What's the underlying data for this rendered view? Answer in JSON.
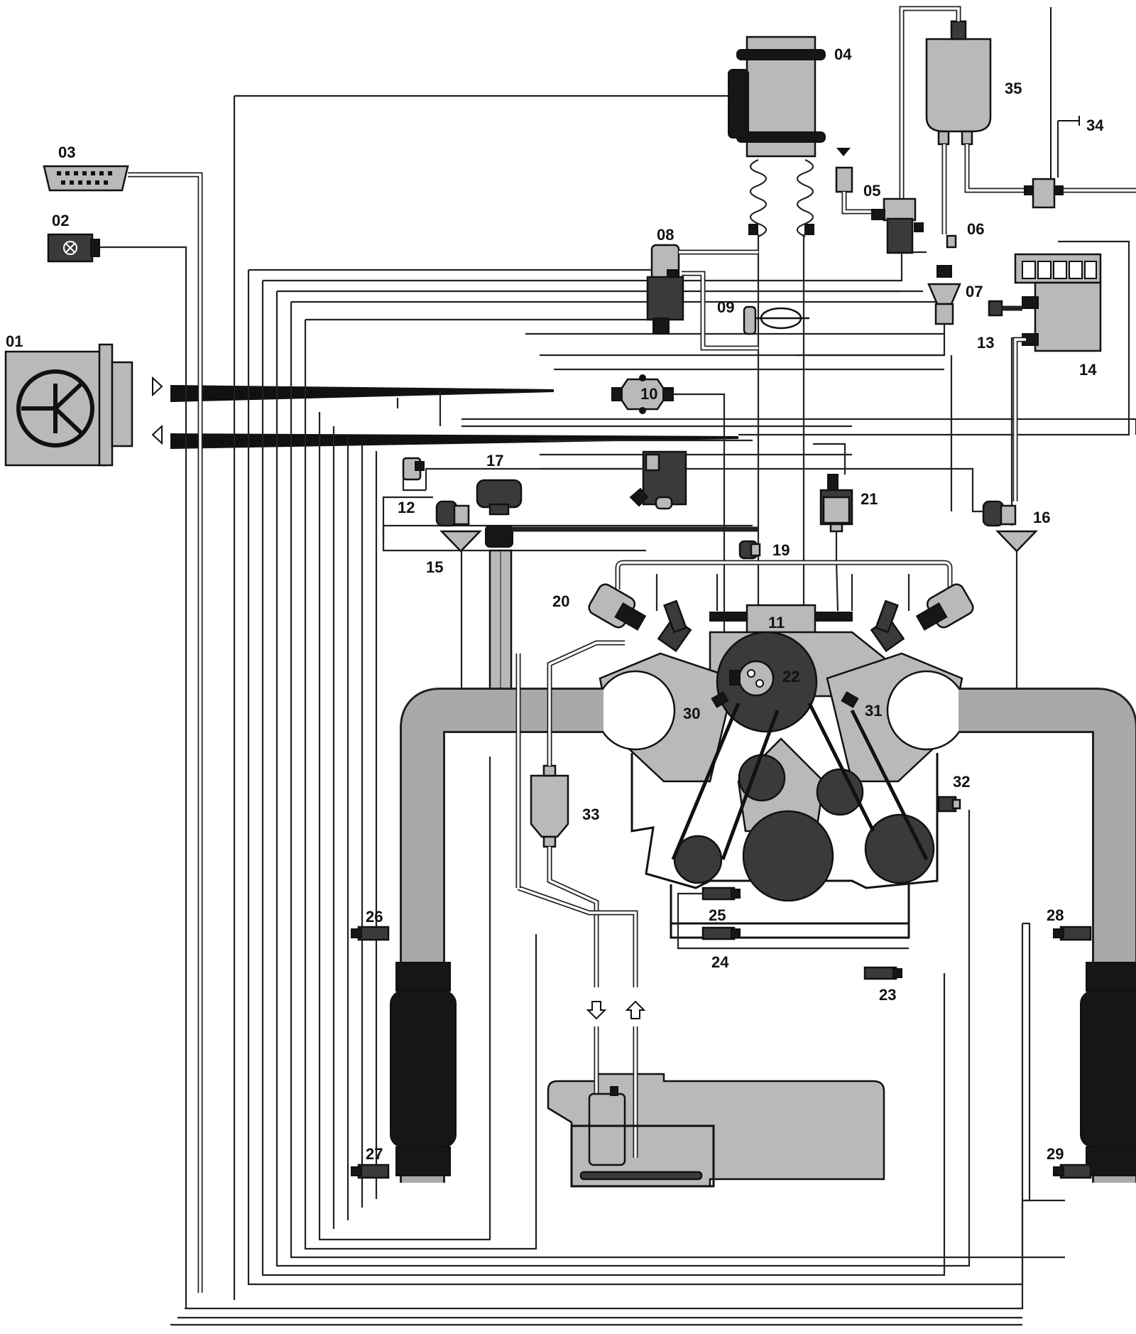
{
  "diagram": {
    "type": "engine management system schematic",
    "components": [
      {
        "number": "01",
        "icon": "ecu-transistor-icon"
      },
      {
        "number": "02",
        "icon": "warning-lamp-icon"
      },
      {
        "number": "03",
        "icon": "diagnostic-connector-icon"
      },
      {
        "number": "04",
        "icon": "air-mass-meter-icon"
      },
      {
        "number": "05",
        "icon": "valve-icon"
      },
      {
        "number": "06",
        "icon": "sensor-icon"
      },
      {
        "number": "07",
        "icon": "pressure-regulator-icon"
      },
      {
        "number": "08",
        "icon": "actuator-icon"
      },
      {
        "number": "09",
        "icon": "sensor-icon"
      },
      {
        "number": "10",
        "icon": "sensor-icon"
      },
      {
        "number": "11",
        "icon": "throttle-body-icon"
      },
      {
        "number": "12",
        "icon": "valve-icon"
      },
      {
        "number": "13",
        "icon": "relay-icon"
      },
      {
        "number": "14",
        "icon": "fuel-pump-icon"
      },
      {
        "number": "15",
        "icon": "valve-icon"
      },
      {
        "number": "16",
        "icon": "valve-icon"
      },
      {
        "number": "17",
        "icon": "actuator-icon"
      },
      {
        "number": "19",
        "icon": "sensor-icon"
      },
      {
        "number": "20",
        "icon": "injector-icon"
      },
      {
        "number": "21",
        "icon": "valve-icon"
      },
      {
        "number": "22",
        "icon": "distributor-icon"
      },
      {
        "number": "23",
        "icon": "sensor-icon"
      },
      {
        "number": "24",
        "icon": "sensor-icon"
      },
      {
        "number": "25",
        "icon": "sensor-icon"
      },
      {
        "number": "26",
        "icon": "oxygen-sensor-icon"
      },
      {
        "number": "27",
        "icon": "oxygen-sensor-icon"
      },
      {
        "number": "28",
        "icon": "oxygen-sensor-icon"
      },
      {
        "number": "29",
        "icon": "oxygen-sensor-icon"
      },
      {
        "number": "30",
        "icon": "camshaft-sensor-icon"
      },
      {
        "number": "31",
        "icon": "camshaft-sensor-icon"
      },
      {
        "number": "32",
        "icon": "knock-sensor-icon"
      },
      {
        "number": "33",
        "icon": "fuel-filter-icon"
      },
      {
        "number": "34",
        "icon": "connector-icon"
      },
      {
        "number": "35",
        "icon": "canister-icon"
      }
    ],
    "labels": {
      "c01": "01",
      "c02": "02",
      "c03": "03",
      "c04": "04",
      "c05": "05",
      "c06": "06",
      "c07": "07",
      "c08": "08",
      "c09": "09",
      "c10": "10",
      "c11": "11",
      "c12": "12",
      "c13": "13",
      "c14": "14",
      "c15": "15",
      "c16": "16",
      "c17": "17",
      "c19": "19",
      "c20": "20",
      "c21": "21",
      "c22": "22",
      "c23": "23",
      "c24": "24",
      "c25": "25",
      "c26": "26",
      "c27": "27",
      "c28": "28",
      "c29": "29",
      "c30": "30",
      "c31": "31",
      "c32": "32",
      "c33": "33",
      "c34": "34",
      "c35": "35"
    },
    "colors": {
      "line": "#222222",
      "stipple": "#b9b9b9",
      "exhaust": "#a9a9a9",
      "dark": "#161616"
    }
  }
}
